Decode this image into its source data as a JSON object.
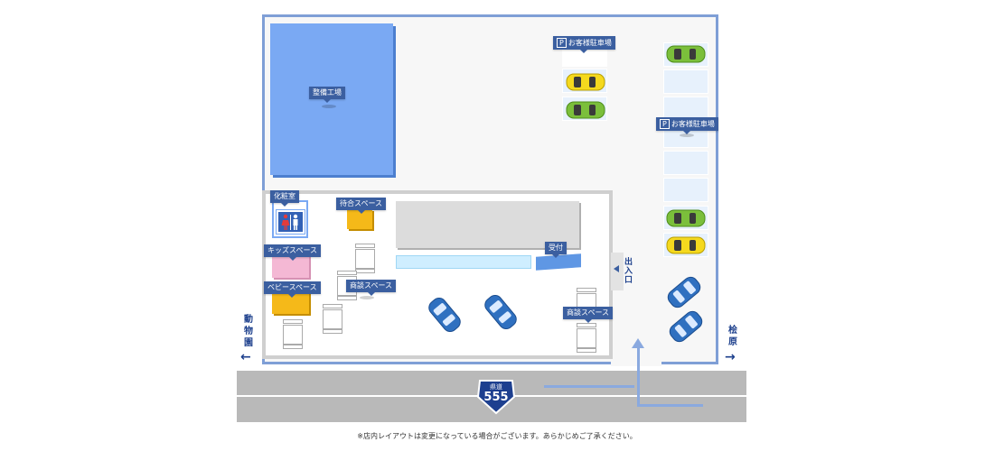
{
  "facilities": {
    "workshop": "整備工場",
    "restroom": "化粧室",
    "waiting_space": "待合スペース",
    "kids_space": "キッズスペース",
    "baby_space": "ベビースペース",
    "meeting_space_1": "商談スペース",
    "meeting_space_2": "商談スペース",
    "reception": "受付",
    "entrance": "出入口",
    "parking_1": "お客様駐車場",
    "parking_2": "お客様駐車場",
    "parking_icon": "P"
  },
  "directions": {
    "left": "動物園",
    "right": "桧原",
    "left_arrow": "←",
    "right_arrow": "→"
  },
  "road": {
    "type": "県道",
    "number": "555"
  },
  "footnote": "※店内レイアウトは変更になっている場合がございます。あらかじめご了承ください。",
  "colors": {
    "wall": "#7f9fd6",
    "workshop": "#7aa9f3",
    "road": "#b9b9b9",
    "label": "#3b5fa0",
    "direction": "#1c3f8c",
    "yellow_block": "#f5b919",
    "pink_block": "#f4b8d4",
    "counter": "#cfeeff",
    "reception_desk": "#5f97e4",
    "car_green": "#7bbf3b",
    "car_yellow": "#f5d91e",
    "car_blue": "#2f70c0"
  }
}
